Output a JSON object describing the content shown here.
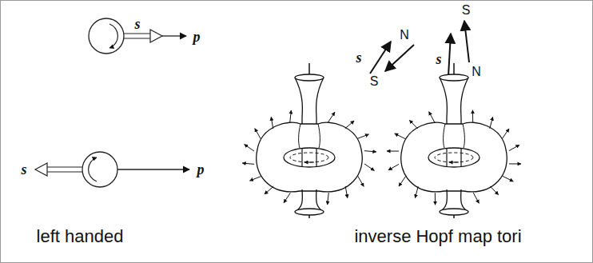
{
  "diagram": {
    "labels": [
      "s",
      "p",
      "s",
      "p",
      "left handed",
      "s",
      "N",
      "S",
      "S",
      "s",
      "N",
      "inverse Hopf map tori"
    ]
  }
}
